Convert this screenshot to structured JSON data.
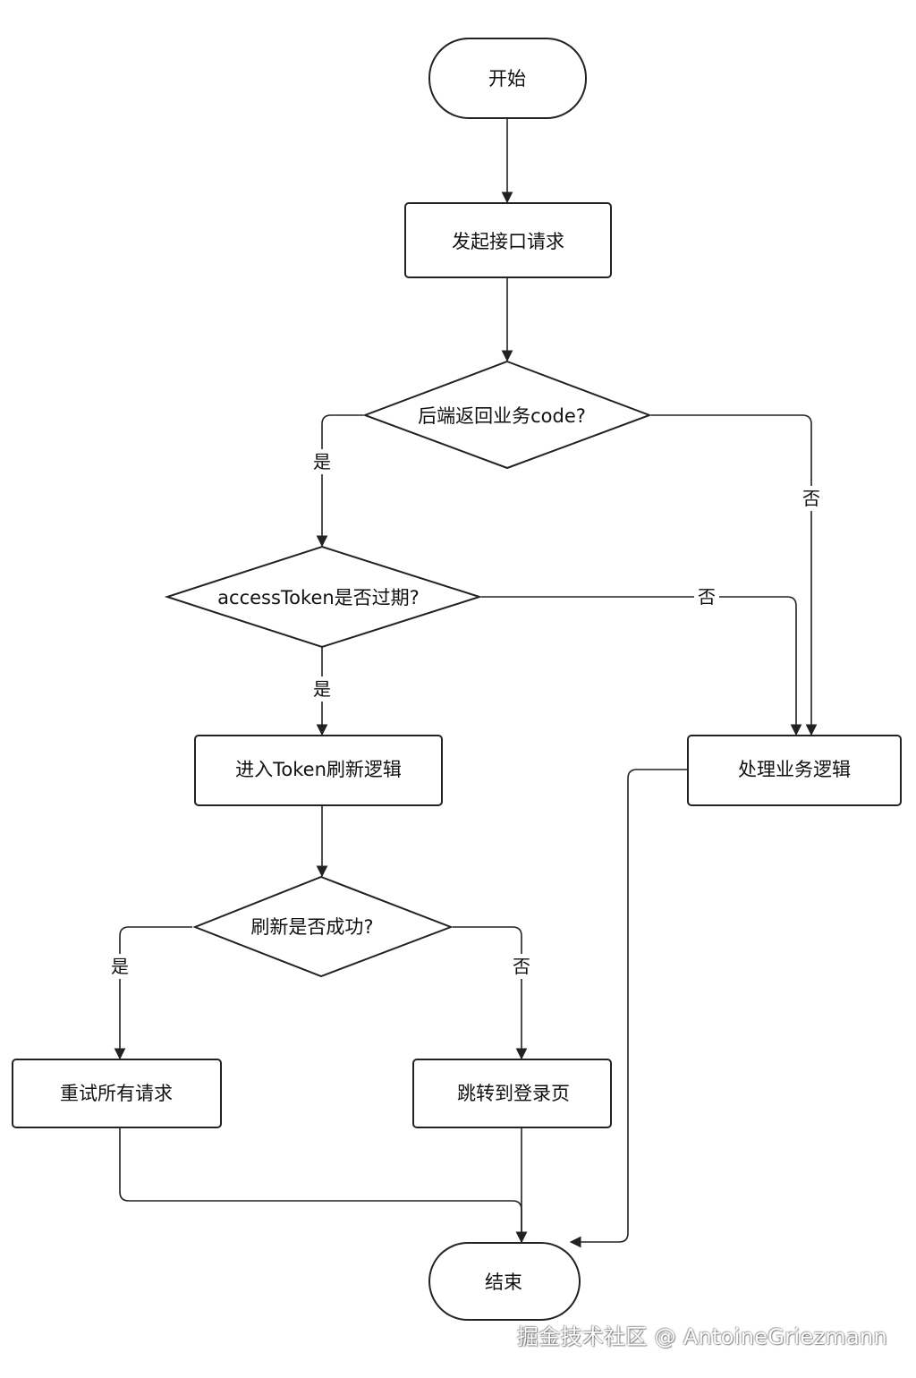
{
  "diagram": {
    "nodes": {
      "start": "开始",
      "request": "发起接口请求",
      "business_code": "后端返回业务code?",
      "token_expired": "accessToken是否过期?",
      "refresh_logic": "进入Token刷新逻辑",
      "business_logic": "处理业务逻辑",
      "refresh_ok": "刷新是否成功?",
      "retry_all": "重试所有请求",
      "goto_login": "跳转到登录页",
      "end": "结束"
    },
    "edge_labels": {
      "yes_code": "是",
      "no_code": "否",
      "no_expired": "否",
      "yes_expired": "是",
      "yes_refresh": "是",
      "no_refresh": "否"
    }
  },
  "watermark": "掘金技术社区 @ AntoineGriezmann",
  "colors": {
    "stroke": "#222222",
    "background": "#ffffff",
    "text": "#111111"
  }
}
